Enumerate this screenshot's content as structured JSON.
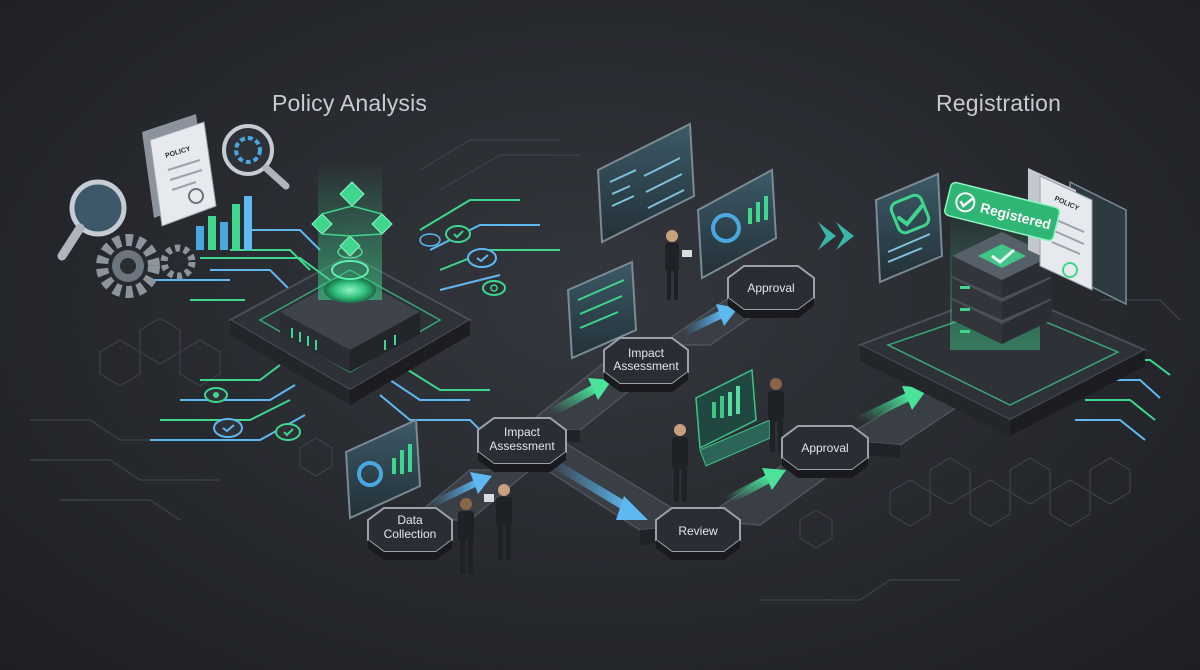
{
  "headings": {
    "left": "Policy Analysis",
    "right": "Registration"
  },
  "documents": {
    "left_doc_label": "POLICY",
    "right_doc_label": "POLICY"
  },
  "badge": {
    "label": "Registered"
  },
  "nodes": {
    "data_collection": [
      "Data",
      "Collection"
    ],
    "impact_assessment_lower": [
      "Impact",
      "Assessment"
    ],
    "impact_assessment_upper": [
      "Impact",
      "Assessment"
    ],
    "approval_upper": "Approval",
    "review": "Review",
    "approval_lower": "Approval"
  },
  "colors": {
    "accent_green": "#3fd68e",
    "accent_blue": "#4aa7e0",
    "node_fill": "#2a2e34",
    "platform_fill": "#3a3f46",
    "heading_text": "#c8ccd2"
  }
}
